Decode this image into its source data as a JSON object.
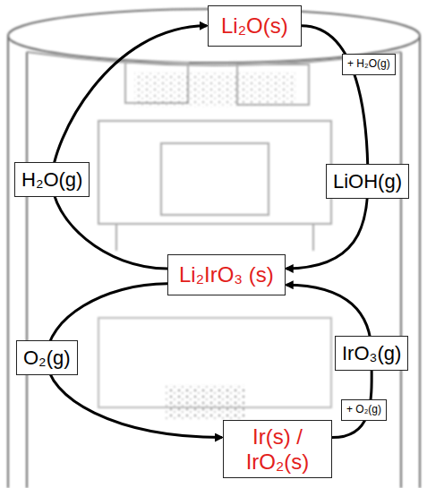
{
  "diagram": {
    "nodes": [
      {
        "text": [
          "Li₂O(s)"
        ]
      },
      {
        "text": [
          "Li₂IrO₃ (s)"
        ]
      },
      {
        "text": [
          "Ir(s) / IrO₂(s)"
        ]
      },
      {
        "text": [
          "+ H₂O(g)"
        ]
      },
      {
        "text": [
          "+ O₂(g)"
        ]
      }
    ],
    "edges": [
      {
        "from": 1,
        "to": 0,
        "arrow": "to",
        "label": "H₂O(g)"
      },
      {
        "from": 0,
        "to": 1,
        "arrow": "to",
        "label": "LiOH(g)"
      },
      {
        "from": 1,
        "to": 2,
        "arrow": "to",
        "label": "O₂(g)"
      },
      {
        "from": 2,
        "to": 1,
        "arrow": "to",
        "label": "IrO₃(g)"
      }
    ]
  }
}
